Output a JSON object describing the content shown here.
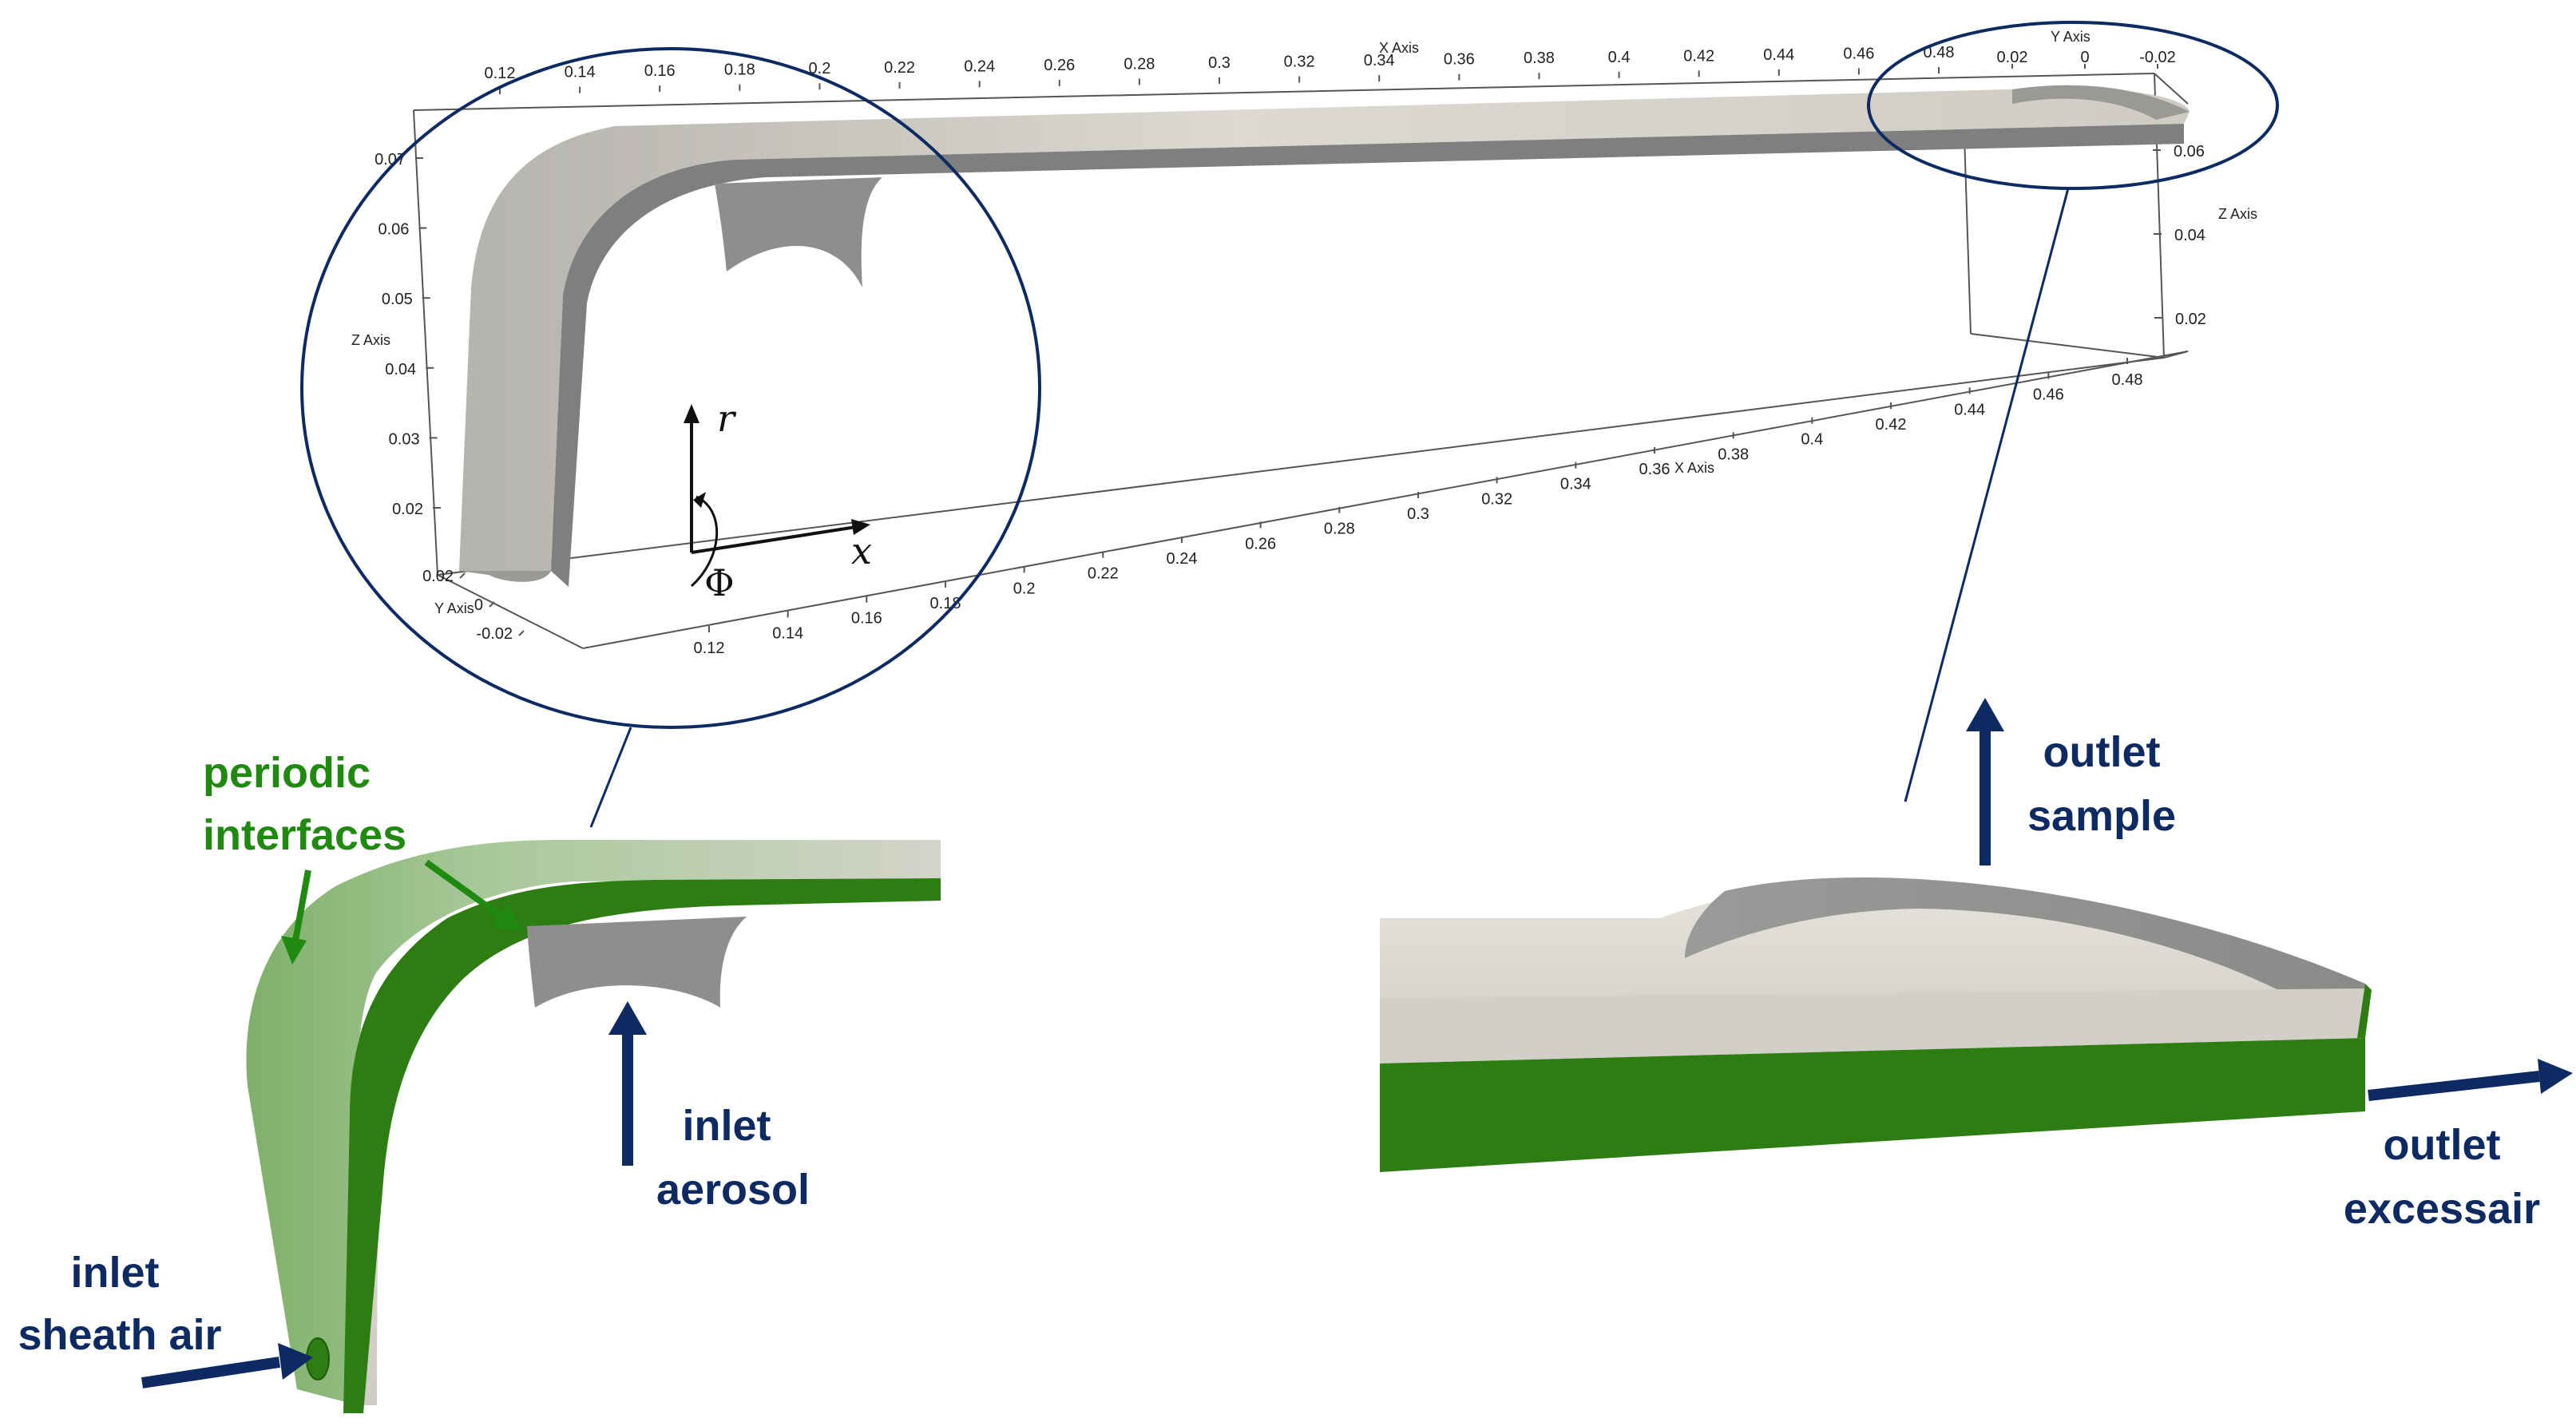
{
  "colors": {
    "navy": "#0d2a63",
    "green": "#2e7d12",
    "labelGreen": "#208a10",
    "surface": "#dedbd3",
    "surfaceShade": "#b9b7b1",
    "wall": "#7f7f7f"
  },
  "plot": {
    "x_axis_title_top": "X Axis",
    "x_axis_title_bottom": "X Axis",
    "y_axis_title_left": "Y Axis",
    "y_axis_title_right": "Y Axis",
    "z_axis_title_left": "Z Axis",
    "z_axis_title_right": "Z Axis",
    "x_ticks_top": [
      "0.12",
      "0.14",
      "0.16",
      "0.18",
      "0.2",
      "0.22",
      "0.24",
      "0.26",
      "0.28",
      "0.3",
      "0.32",
      "0.34",
      "0.36",
      "0.38",
      "0.4",
      "0.42",
      "0.44",
      "0.46",
      "0.48"
    ],
    "x_ticks_bottom": [
      "0.12",
      "0.14",
      "0.16",
      "0.18",
      "0.2",
      "0.22",
      "0.24",
      "0.26",
      "0.28",
      "0.3",
      "0.32",
      "0.34",
      "0.36",
      "0.38",
      "0.4",
      "0.42",
      "0.44",
      "0.46",
      "0.48"
    ],
    "z_ticks_left": [
      "0.07",
      "0.06",
      "0.05",
      "0.04",
      "0.03",
      "0.02"
    ],
    "z_ticks_right": [
      "0.06",
      "0.04",
      "0.02"
    ],
    "y_ticks_left": [
      "0.02",
      "0",
      "-0.02"
    ],
    "y_ticks_right": [
      "0.02",
      "0",
      "-0.02"
    ]
  },
  "coords": {
    "r": "r",
    "x": "x",
    "phi": "Φ"
  },
  "labels": {
    "periodic_1": "periodic",
    "periodic_2": "interfaces",
    "inlet_aerosol_1": "inlet",
    "inlet_aerosol_2": "aerosol",
    "inlet_sheath_1": "inlet",
    "inlet_sheath_2": "sheath air",
    "outlet_sample_1": "outlet",
    "outlet_sample_2": "sample",
    "outlet_excess_1": "outlet",
    "outlet_excess_2": "excessair"
  }
}
